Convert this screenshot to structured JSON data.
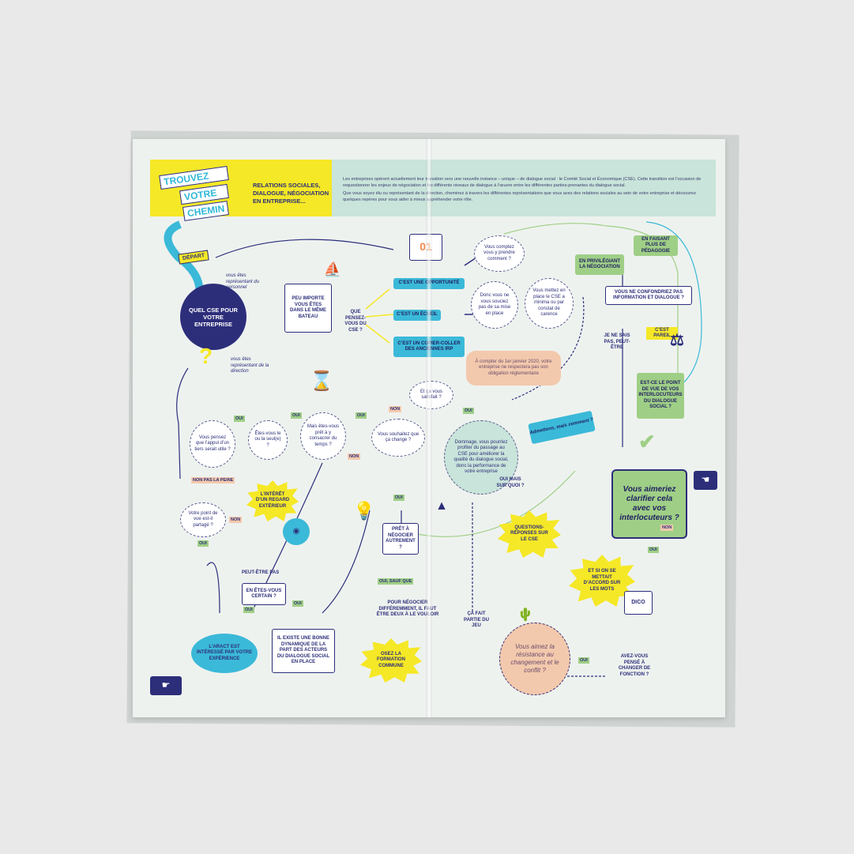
{
  "intro": {
    "para1": "Les entreprises opèrent actuellement leur transition vers une nouvelle instance – unique – de dialogue social : le Comité Social et Économique (CSE). Cette transition est l’occasion de requestionner les enjeux de négociation et les différents niveaux de dialogue à l’œuvre entre les différentes parties-prenantes du dialogue social.",
    "para2": "Que vous soyez élu ou représentant de la direction, cheminez à travers les différentes représentations que vous avez des relations sociales au sein de votre entreprise et découvrez quelques repères pour vous aider à mieux appréhender votre rôle."
  },
  "title": {
    "line1": "TROUVEZ",
    "line2": "VOTRE",
    "line3": "CHEMIN"
  },
  "subtitle": {
    "line1": "RELATIONS SOCIALES,",
    "line2": "DIALOGUE, NÉGOCIATION",
    "line3": "EN ENTREPRISE..."
  },
  "depart": "DÉPART",
  "start_question": "QUEL CSE POUR VOTRE ENTREPRISE",
  "rep_personnel": "vous êtes représentant du personnel",
  "rep_direction": "vous êtes représentant de la direction",
  "meme_bateau": "PEU IMPORTE VOUS ÊTES DANS LE MÊME BATEAU",
  "que_pensez": "QUE PENSEZ-VOUS DU CSE ?",
  "opportunite": "C’EST UNE OPPORTUNITÉ",
  "ecueil": "C’EST UN ÉCUEIL",
  "copie": "C’EST UN COPIER-COLLER DES ANCIENNES IRP",
  "calendar_num": "01",
  "comment_prendre": "Vous comptez vous y prendre comment ?",
  "pas_souciez": "Donc vous ne vous souciez pas de sa mise en place",
  "minima": "Vous mettez en place le CSE a minima ou par constat de carence",
  "janvier": "À compter du 1er janvier 2020, votre entreprise ne respectera pas son obligation réglementaire",
  "satisfait": "Et ça vous satisfait ?",
  "tiers": "Vous pensez que l’appui d’un tiers serait utile ?",
  "seul": "Êtes-vous le ou la seul(e) ?",
  "temps": "Mais êtes-vous prêt à y consacrer du temps ?",
  "change": "Vous souhaitez que ça change ?",
  "dommage": "Dommage, vous pourriez profiter du passage au CSE pour améliorer la qualité du dialogue social, donc la performance de votre entreprise",
  "admettons": "Admettons, mais comment ?",
  "pedagogie": "EN FAISANT PLUS DE PÉDAGOGIE",
  "negociation": "EN PRIVILÉGIANT LA NÉGOCIATION",
  "confondriez": "VOUS NE CONFONDRIEZ PAS INFORMATION ET DIALOGUE ?",
  "ne_sais": "JE NE SAIS PAS, PEUT-ÊTRE",
  "pareil": "C’EST PAREIL",
  "point_vue": "EST-CE LE POINT DE VUE DE VOS INTERLOCUTEURS DU DIALOGUE SOCIAL ?",
  "clarifier": "Vous aimeriez clarifier cela avec vos interlocuteurs ?",
  "non_pas_peine": "NON PAS LA PEINE",
  "regard": "L’INTÉRÊT D’UN REGARD EXTÉRIEUR",
  "partage": "Votre point de vue est-il partagé ?",
  "peut_etre_pas": "PEUT-ÊTRE PAS",
  "certain": "EN ÊTES-VOUS CERTAIN ?",
  "aract": "L’ARACT EST INTÉRESSÉ PAR VOTRE EXPÉRIENCE",
  "dynamique": "IL EXISTE UNE BONNE DYNAMIQUE DE LA PART DES ACTEURS DU DIALOGUE SOCIAL EN PLACE",
  "pret_negocier": "PRÊT À NÉGOCIER AUTREMENT ?",
  "oui_sauf": "OUI, SAUF QUE",
  "deux": "POUR NÉGOCIER DIFFÉREMMENT, IL FAUT ÊTRE DEUX À LE VOULOIR",
  "formation": "OSEZ LA FORMATION COMMUNE",
  "oui_mais": "OUI MAIS SUR QUOI ?",
  "questions": "QUESTIONS-RÉPONSES SUR LE CSE",
  "accord": "ET SI ON SE METTAIT D’ACCORD SUR LES MOTS",
  "dico": "DICO",
  "fait_partie": "ÇA FAIT PARTIE DU JEU",
  "resistance": "Vous aimez la résistance au changement et le conflit ?",
  "fonction": "AVEZ-VOUS PENSÉ À CHANGER DE FONCTION ?",
  "oui": "OUI",
  "non": "NON",
  "colors": {
    "yellow": "#f5e826",
    "blue": "#3bb9d8",
    "green": "#9fcf86",
    "navy": "#2c2e7a",
    "peach": "#f3c9ad",
    "mint": "#c9e4da"
  },
  "icons": [
    "hourglass-icon",
    "paper-boat-icon",
    "calendar-icon",
    "lightbulb-icon",
    "one-eyed-monster-icon",
    "scales-icon",
    "cactus-icon",
    "dictionary-icon",
    "checkmark-icon",
    "pointing-hand-icon",
    "mountain-icon"
  ]
}
